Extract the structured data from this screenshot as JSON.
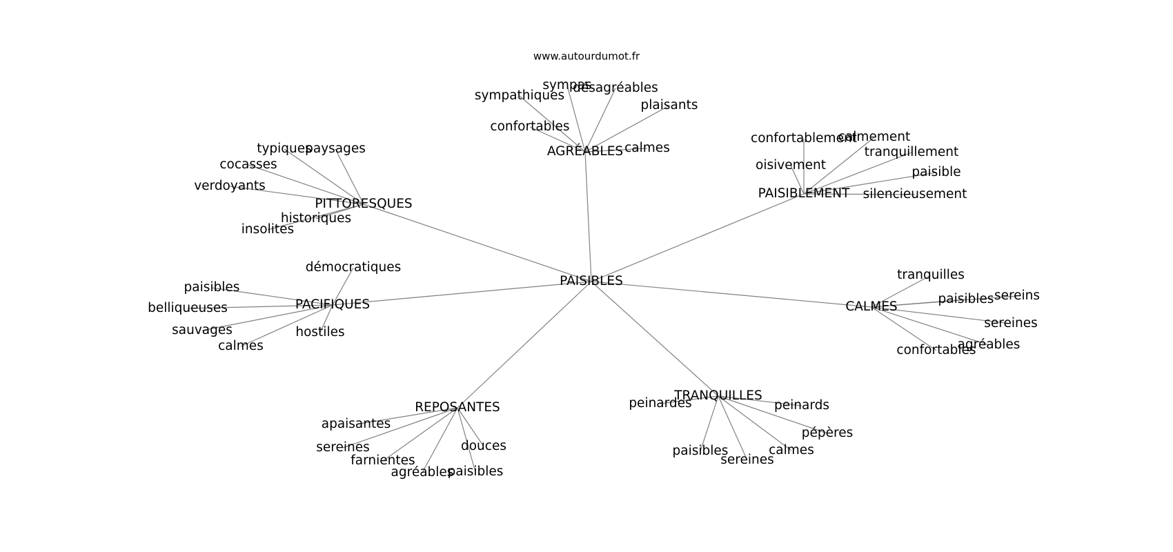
{
  "site": "www.autourdumot.fr",
  "center": "PAISIBLES",
  "groups": [
    {
      "id": "agreables",
      "label": "AGRÉABLES",
      "words": [
        "sympas",
        "désagréables",
        "sympathiques",
        "plaisants",
        "confortables",
        "calmes"
      ]
    },
    {
      "id": "pittoresques",
      "label": "PITTORESQUES",
      "words": [
        "typiques",
        "paysages",
        "cocasses",
        "verdoyants",
        "historiques",
        "insolites"
      ]
    },
    {
      "id": "paisiblement",
      "label": "PAISIBLEMENT",
      "words": [
        "confortablement",
        "calmement",
        "tranquillement",
        "oisivement",
        "paisible",
        "silencieusement"
      ]
    },
    {
      "id": "pacifiques",
      "label": "PACIFIQUES",
      "words": [
        "démocratiques",
        "paisibles",
        "belliqueuses",
        "sauvages",
        "hostiles",
        "calmes"
      ]
    },
    {
      "id": "calmes",
      "label": "CALMES",
      "words": [
        "tranquilles",
        "paisibles",
        "sereins",
        "sereines",
        "agréables",
        "confortables"
      ]
    },
    {
      "id": "reposantes",
      "label": "REPOSANTES",
      "words": [
        "apaisantes",
        "sereines",
        "douces",
        "farnientes",
        "agréables",
        "paisibles"
      ]
    },
    {
      "id": "tranquilles",
      "label": "TRANQUILLES",
      "words": [
        "peinardes",
        "peinards",
        "pépères",
        "paisibles",
        "calmes",
        "sereines"
      ]
    }
  ]
}
